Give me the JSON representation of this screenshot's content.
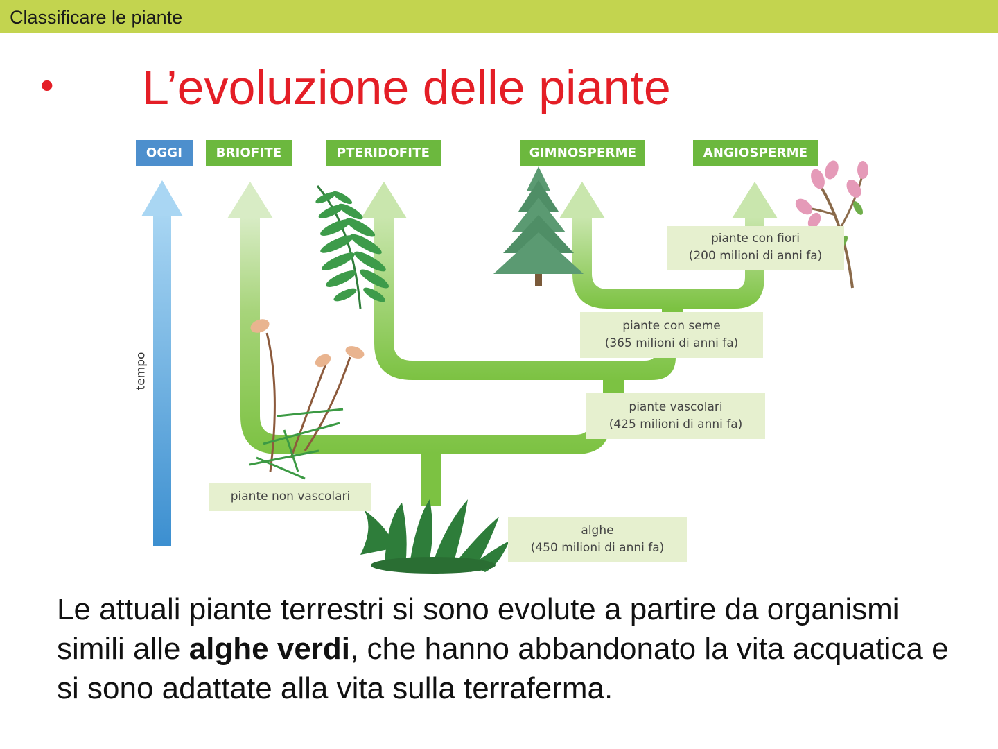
{
  "header": {
    "title": "Classificare le piante"
  },
  "slide": {
    "bullet": "•",
    "title": "L’evoluzione delle piante"
  },
  "diagram": {
    "tags": {
      "oggi": "OGGI",
      "briofite": "BRIOFITE",
      "pteridofite": "PTERIDOFITE",
      "gimnosperme": "GIMNOSPERME",
      "angiosperme": "ANGIOSPERME"
    },
    "axis_label": "tempo",
    "boxes": {
      "fiori": {
        "line1": "piante con fiori",
        "line2": "(200 milioni di anni fa)"
      },
      "seme": {
        "line1": "piante con seme",
        "line2": "(365 milioni di anni fa)"
      },
      "vascolari": {
        "line1": "piante vascolari",
        "line2": "(425 milioni di anni fa)"
      },
      "non_vascolari": {
        "line1": "piante non vascolari"
      },
      "alghe": {
        "line1": "alghe",
        "line2": "(450 milioni di anni fa)"
      }
    },
    "colors": {
      "branch": "#7cc242",
      "tag_green": "#6cb83e",
      "tag_blue": "#4d8fcd",
      "title_red": "#e41e26",
      "header_bar": "#c3d44f"
    }
  },
  "paragraph": {
    "part1": "Le attuali piante terrestri si sono evolute a partire da organismi simili alle ",
    "bold": "alghe verdi",
    "part2": ", che hanno abbandonato la vita acquatica e si sono adattate alla vita sulla terraferma."
  }
}
